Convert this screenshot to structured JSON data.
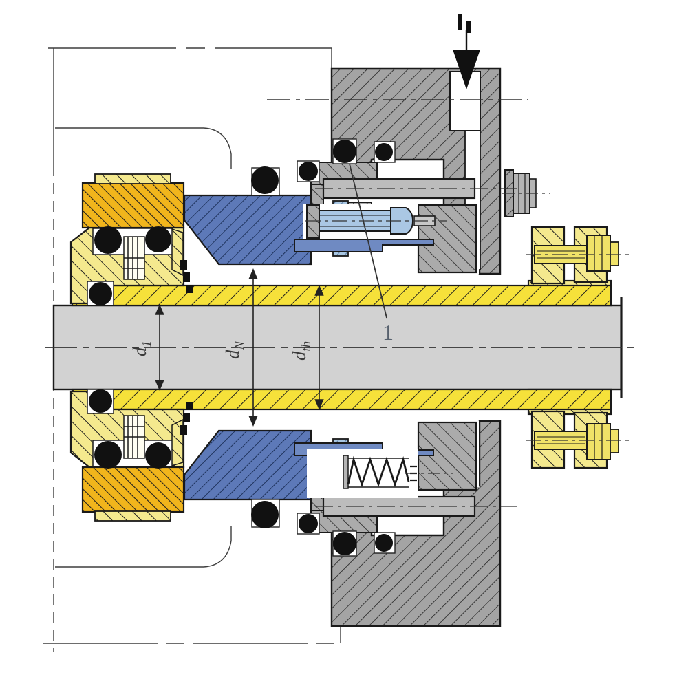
{
  "drawing": {
    "type": "engineering-cross-section",
    "subject": "mechanical seal cartridge on shaft",
    "labels": {
      "item_number": "1",
      "dim_d1": {
        "main": "d",
        "sub": "1"
      },
      "dim_dN": {
        "main": "d",
        "sub": "N"
      },
      "dim_dth": {
        "main": "d",
        "sub": "th"
      }
    },
    "symbols": {
      "flush_port": "filled down-arrow with two tick marks entering gland port"
    },
    "colors": {
      "shaft_gray": "#d2d2d2",
      "housing_gray": "#a4a4a4",
      "collar_gray": "#bcbcbc",
      "sleeve_yellow": "#f6e13a",
      "body_pale_yellow": "#f4e98e",
      "gold_block": "#f1b51c",
      "seal_blue": "#5d79b8",
      "face_light_blue": "#a9c7e3",
      "oring_black": "#111111",
      "line_dark": "#1a1a1a"
    }
  }
}
